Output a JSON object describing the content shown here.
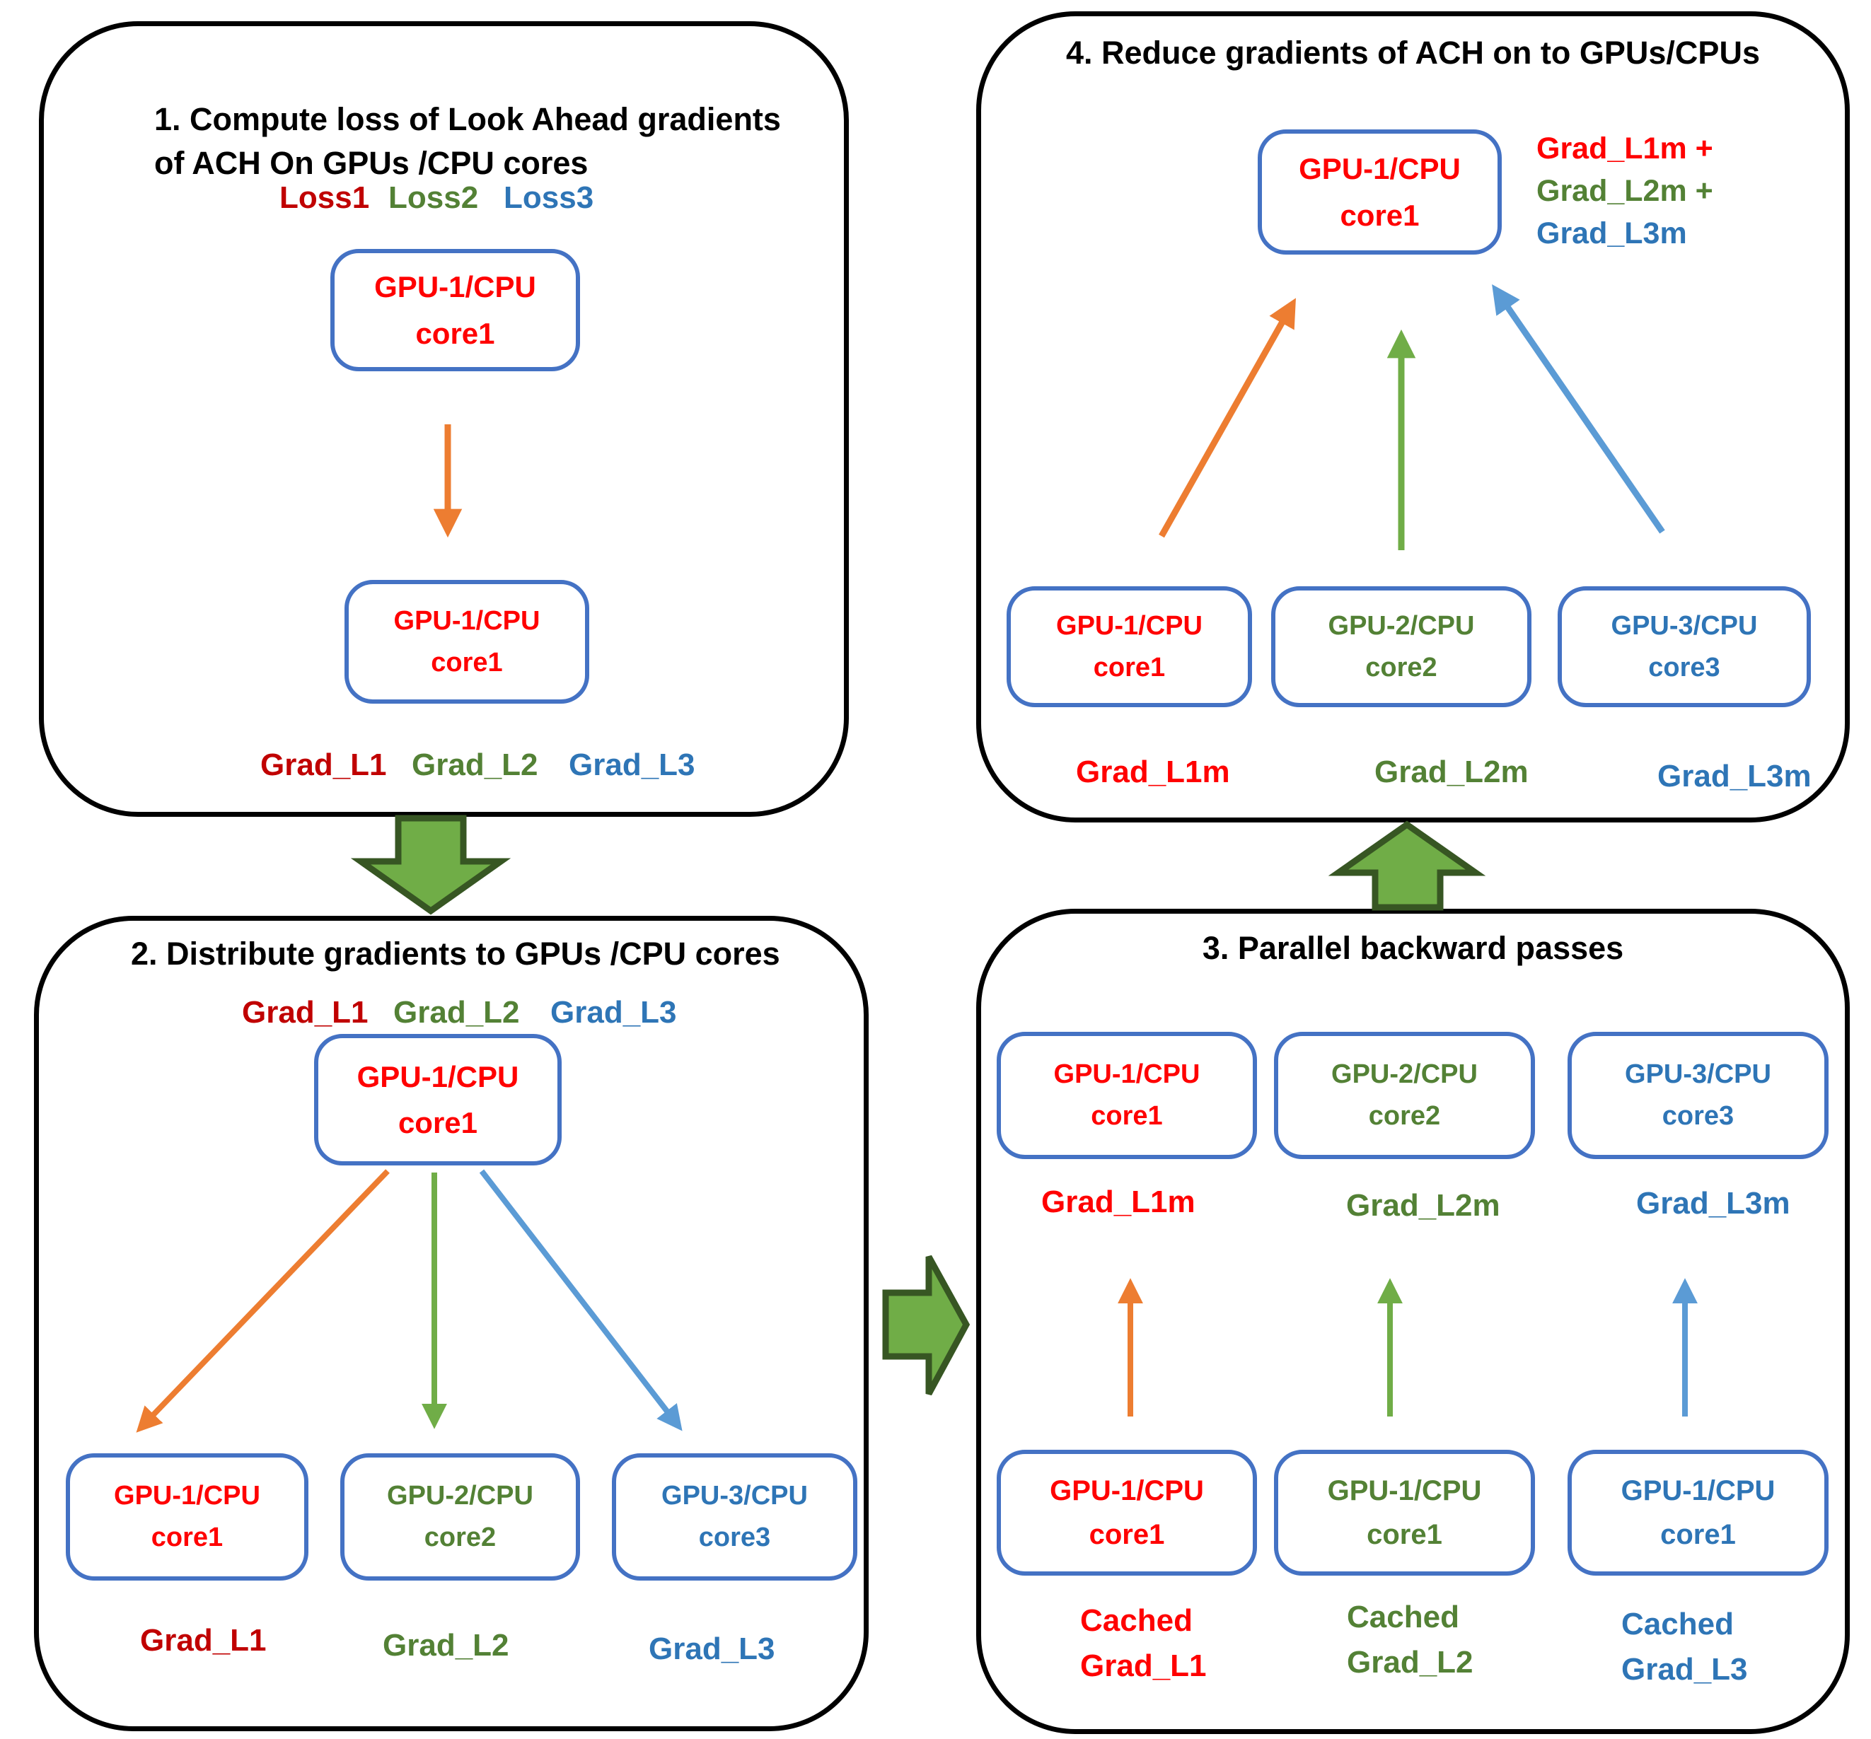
{
  "colors": {
    "red_bright": "#FF0000",
    "red_dark": "#C00000",
    "green_text": "#538135",
    "blue_text": "#2E75B6",
    "box_border": "#4472C4",
    "orange": "#ED7D31",
    "green_arrow": "#70AD47",
    "blue_arrow": "#5B9BD5",
    "block_arrow_fill": "#70AD47",
    "block_arrow_border": "#375623",
    "panel_border": "#000000"
  },
  "panel1": {
    "title": "1. Compute loss of Look Ahead gradients\nof  ACH  On GPUs /CPU cores",
    "loss_labels": [
      "Loss1",
      "Loss2",
      "Loss3"
    ],
    "top_box": "GPU-1/CPU\ncore1",
    "bottom_box": "GPU-1/CPU\ncore1",
    "grad_labels": [
      "Grad_L1",
      "Grad_L2",
      "Grad_L3"
    ]
  },
  "panel2": {
    "title": "2. Distribute gradients to GPUs /CPU cores",
    "grad_labels_top": [
      "Grad_L1",
      "Grad_L2",
      "Grad_L3"
    ],
    "source_box": "GPU-1/CPU\ncore1",
    "worker_boxes": [
      "GPU-1/CPU\ncore1",
      "GPU-2/CPU\ncore2",
      "GPU-3/CPU\ncore3"
    ],
    "grad_labels_bottom": [
      "Grad_L1",
      "Grad_L2",
      "Grad_L3"
    ]
  },
  "panel3": {
    "title": "3. Parallel backward passes",
    "top_boxes": [
      "GPU-1/CPU\ncore1",
      "GPU-2/CPU\ncore2",
      "GPU-3/CPU\ncore3"
    ],
    "grad_labels": [
      "Grad_L1m",
      "Grad_L2m",
      "Grad_L3m"
    ],
    "bottom_boxes": [
      "GPU-1/CPU\ncore1",
      "GPU-1/CPU\ncore1",
      "GPU-1/CPU\ncore1"
    ],
    "cached_labels": [
      "Cached\nGrad_L1",
      "Cached\nGrad_L2",
      "Cached\nGrad_L3"
    ]
  },
  "panel4": {
    "title": "4. Reduce gradients of ACH on to  GPUs/CPUs",
    "target_box": "GPU-1/CPU\ncore1",
    "sum_labels": [
      "Grad_L1m +",
      "Grad_L2m +",
      "Grad_L3m"
    ],
    "worker_boxes": [
      "GPU-1/CPU\ncore1",
      "GPU-2/CPU\ncore2",
      "GPU-3/CPU\ncore3"
    ],
    "grad_labels": [
      "Grad_L1m",
      "Grad_L2m",
      "Grad_L3m"
    ]
  }
}
